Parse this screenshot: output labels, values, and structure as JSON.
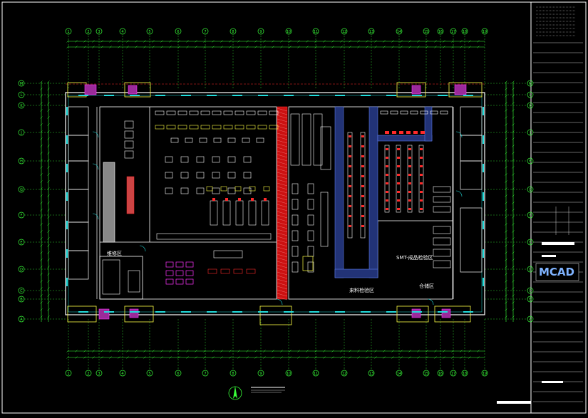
{
  "title_block": {
    "logo": "MCAD"
  },
  "zones": {
    "smt_zone": "SMT-成品检验区",
    "material_zone": "来料检验区",
    "storage_zone": "仓储区",
    "left_zone": "维修区"
  },
  "axes": {
    "columns": [
      "1",
      "2",
      "3",
      "4",
      "5",
      "6",
      "7",
      "8",
      "9",
      "10",
      "11",
      "12",
      "13",
      "14",
      "15",
      "16",
      "17",
      "18",
      "19"
    ],
    "rows": [
      "M",
      "L",
      "K",
      "J",
      "H",
      "G",
      "F",
      "E",
      "D",
      "C",
      "B",
      "A"
    ]
  },
  "colors": {
    "axis_green": "#39ff39",
    "wall_white": "#ffffff",
    "fire_red": "#ff2a2a",
    "door_yellow": "#ffff44",
    "cyan": "#22dddd",
    "magenta": "#ff33ff"
  }
}
